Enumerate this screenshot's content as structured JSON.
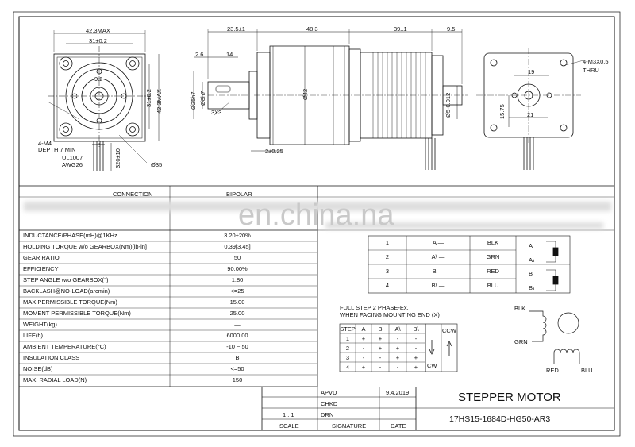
{
  "header": {
    "connection_label": "CONNECTION",
    "bipolar_label": "BIPOLAR"
  },
  "watermark": "en.china.na",
  "front_view": {
    "width_max": "42.3MAX",
    "hole_spacing": "31±0.2",
    "center_dim": "9.2",
    "side_hole_spacing": "31±0.2",
    "height_max": "42.3MAX",
    "thread_note": "4-M4",
    "depth_note": "DEPTH 7 MIN",
    "wire_note": "UL1007",
    "awg_note": "AWG26",
    "lead_length": "320±10",
    "hub_dia": "Ø35"
  },
  "side_view": {
    "gearbox_len": "23.5±1",
    "motor_len": "48.3",
    "body_len": "39±1",
    "rear_len": "9.5",
    "flat_len": "2.6",
    "shaft_len": "14",
    "shaft_dia": "Ø8h7",
    "pilot_dia": "Ø25h7",
    "body_dia": "Ø42",
    "key": "3X3",
    "flange_thk": "2±0.25",
    "rear_shaft": "Ø5-0.012"
  },
  "rear_view": {
    "hole_note": "4-M3X0.5",
    "thru": "THRU",
    "dim_19": "19",
    "dim_15_75": "15.75",
    "dim_21": "21"
  },
  "specs": [
    {
      "label": "INDUCTANCE/PHASE(mH)@1KHz",
      "value": "3.20±20%"
    },
    {
      "label": "HOLDING TORQUE w/o GEARBOX(Nm)[lb-in]",
      "value": "0.39[3.45]"
    },
    {
      "label": "GEAR RATIO",
      "value": "50"
    },
    {
      "label": "EFFICIENCY",
      "value": "90.00%"
    },
    {
      "label": "STEP ANGLE w/o GEARBOX(°)",
      "value": "1.80"
    },
    {
      "label": "BACKLASH@NO-LOAD(arcmin)",
      "value": "<=25"
    },
    {
      "label": "MAX.PERMISSIBLE TORQUE(Nm)",
      "value": "15.00"
    },
    {
      "label": "MOMENT PERMISSIBLE TORQUE(Nm)",
      "value": "25.00"
    },
    {
      "label": "WEIGHT(kg)",
      "value": "—"
    },
    {
      "label": "LIFE(h)",
      "value": "6000.00"
    },
    {
      "label": "AMBIENT TEMPERATURE(°C)",
      "value": "-10 ~ 50"
    },
    {
      "label": "INSULATION CLASS",
      "value": "B"
    },
    {
      "label": "NOISE(dB)",
      "value": "<=50"
    },
    {
      "label": "MAX. RADIAL LOAD(N)",
      "value": "150"
    }
  ],
  "wiring": [
    {
      "pin": "1",
      "lead": "A —",
      "color": "BLK"
    },
    {
      "pin": "2",
      "lead": "A\\ —",
      "color": "GRN"
    },
    {
      "pin": "3",
      "lead": "B —",
      "color": "RED"
    },
    {
      "pin": "4",
      "lead": "B\\ —",
      "color": "BLU"
    }
  ],
  "coil_labels": [
    "A",
    "A\\",
    "B",
    "B\\"
  ],
  "sequence": {
    "title": "FULL STEP  2 PHASE-Ex.",
    "subtitle": "WHEN FACING MOUNTING END (X)",
    "headers": [
      "STEP",
      "A",
      "B",
      "A\\",
      "B\\"
    ],
    "rows": [
      [
        "1",
        "+",
        "+",
        "-",
        "-"
      ],
      [
        "2",
        "-",
        "+",
        "+",
        "-"
      ],
      [
        "3",
        "-",
        "-",
        "+",
        "+"
      ],
      [
        "4",
        "+",
        "-",
        "-",
        "+"
      ]
    ],
    "ccw": "CCW",
    "cw": "CW"
  },
  "schematic": {
    "blk": "BLK",
    "grn": "GRN",
    "red": "RED",
    "blu": "BLU"
  },
  "title_block": {
    "apvd": "APVD",
    "date_value": "9.4.2019",
    "chkd": "CHKD",
    "drn": "DRN",
    "scale_value": "1 : 1",
    "scale": "SCALE",
    "signature": "SIGNATURE",
    "date": "DATE",
    "title": "STEPPER MOTOR",
    "part_no": "17HS15-1684D-HG50-AR3"
  }
}
